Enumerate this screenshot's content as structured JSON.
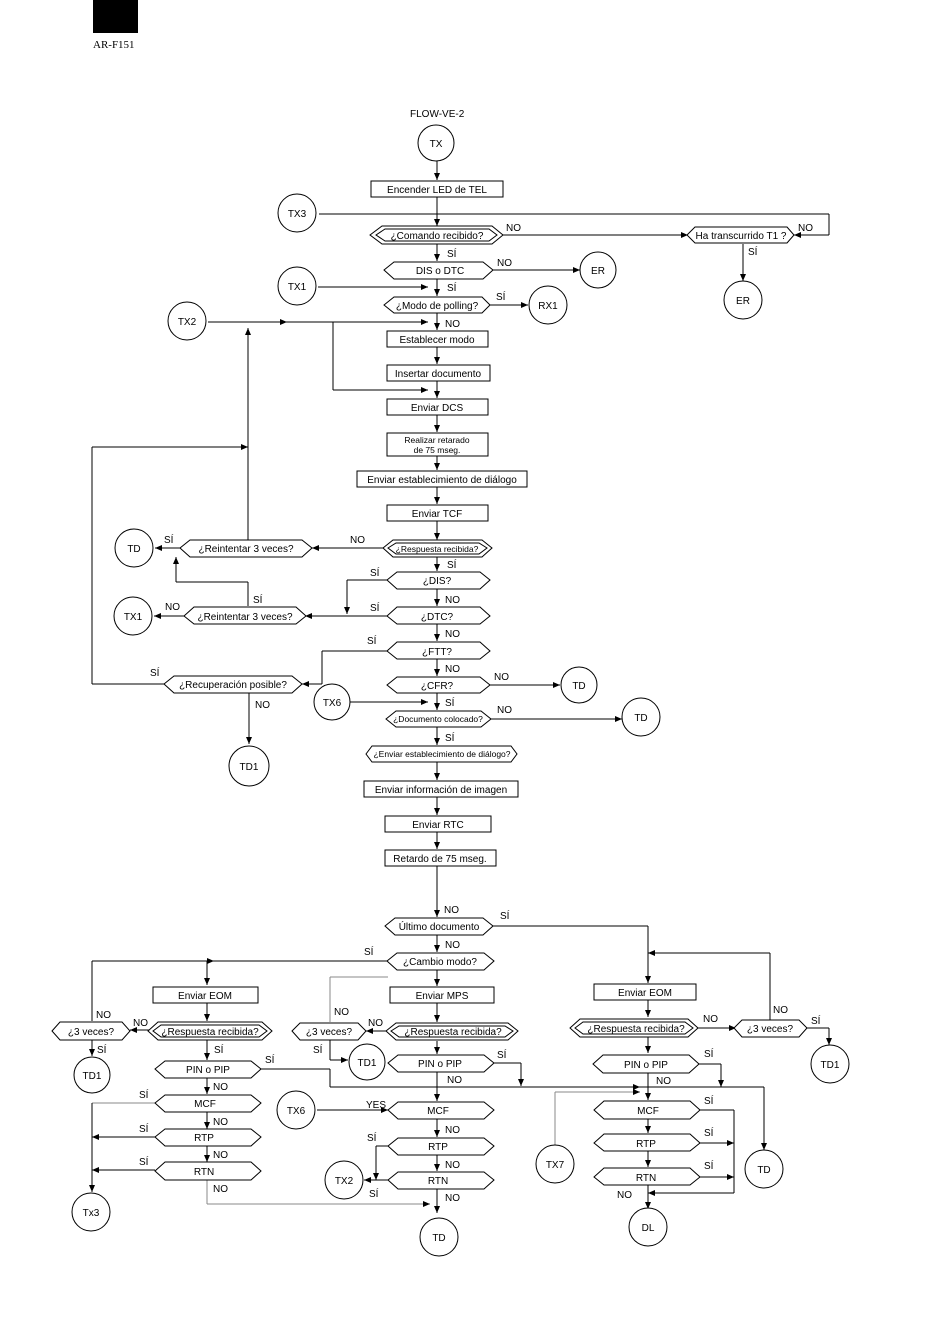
{
  "header": {
    "model": "AR-F151"
  },
  "flow_title": "FLOW-VE-2",
  "connectors": {
    "tx": "TX",
    "tx3": "TX3",
    "er1": "ER",
    "er2": "ER",
    "tx1a": "TX1",
    "rx1": "RX1",
    "tx2a": "TX2",
    "td_a": "TD",
    "tx1b": "TX1",
    "tx6a": "TX6",
    "td_b": "TD",
    "td_c": "TD",
    "td1_a": "TD1",
    "td1_b": "TD1",
    "td1_c": "TD1",
    "td1_d": "TD1",
    "tx6b": "TX6",
    "tx7": "TX7",
    "td_d": "TD",
    "tx2b": "TX2",
    "tx3b": "Tx3",
    "td_e": "TD",
    "dl": "DL"
  },
  "steps": {
    "led": "Encender LED de TEL",
    "set_mode": "Establecer modo",
    "insert_doc": "Insertar documento",
    "send_dcs": "Enviar DCS",
    "delay1a": "Realizar retarado",
    "delay1b": "de 75 mseg.",
    "send_setup": "Enviar establecimiento de diálogo",
    "send_tcf": "Enviar TCF",
    "send_img": "Enviar información de imagen",
    "send_rtc": "Enviar RTC",
    "delay2": "Retardo de 75 mseg.",
    "send_eom1": "Enviar EOM",
    "send_mps": "Enviar MPS",
    "send_eom2": "Enviar EOM"
  },
  "decisions": {
    "cmd": "¿Comando recibido?",
    "t1": "Ha transcurrido T1 ?",
    "dis_dtc": "DIS o DTC",
    "polling": "¿Modo de polling?",
    "resp1": "¿Respuesta recibida?",
    "retry1": "¿Reintentar 3 veces?",
    "dis": "¿DIS?",
    "dtc": "¿DTC?",
    "retry2": "¿Reintentar 3 veces?",
    "ftt": "¿FTT?",
    "recov": "¿Recuperación posible?",
    "cfr": "¿CFR?",
    "doc_set": "¿Documento colocado?",
    "send_setup_q": "¿Enviar establecimiento de diálogo?",
    "last_doc": "Último documento",
    "mode_change": "¿Cambio modo?",
    "times3_l": "¿3 veces?",
    "resp_l": "¿Respuesta recibida?",
    "pin_l": "PIN o PIP",
    "mcf_l": "MCF",
    "rtp_l": "RTP",
    "rtn_l": "RTN",
    "times3_m": "¿3 veces?",
    "resp_m": "¿Respuesta recibida?",
    "pin_m": "PIN o PIP",
    "mcf_m": "MCF",
    "rtp_m": "RTP",
    "rtn_m": "RTN",
    "resp_r": "¿Respuesta recibida?",
    "times3_r": "¿3 veces?",
    "pin_r": "PIN o PIP",
    "mcf_r": "MCF",
    "rtp_r": "RTP",
    "rtn_r": "RTN"
  },
  "labels": {
    "yes": "SÍ",
    "no": "NO",
    "yes_en": "YES"
  }
}
